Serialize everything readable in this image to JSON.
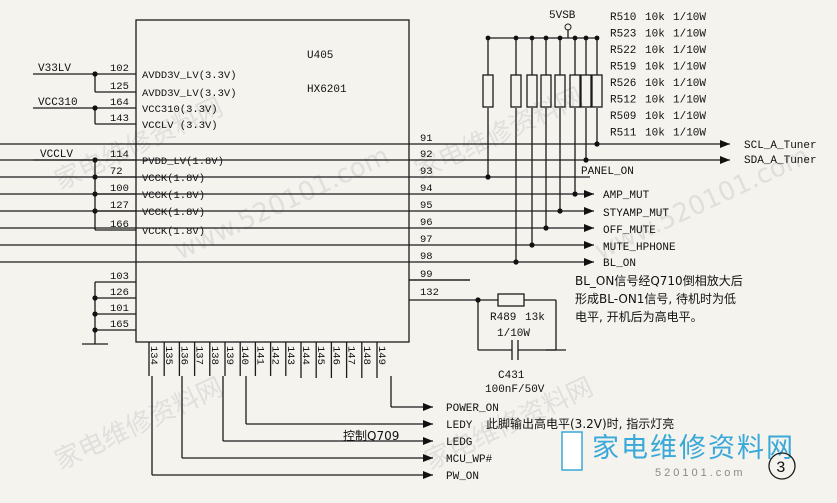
{
  "chip": {
    "ref": "U405",
    "part": "HX6201"
  },
  "left_pins": [
    {
      "num": "102",
      "name": "AVDD3V_LV(3.3V)"
    },
    {
      "num": "125",
      "name": "AVDD3V_LV(3.3V)"
    },
    {
      "num": "164",
      "name": "VCC310(3.3V)"
    },
    {
      "num": "143",
      "name": "VCCLV (3.3V)"
    },
    {
      "num": "114",
      "name": "PVDD_LV(1.8V)"
    },
    {
      "num": "72",
      "name": "VCCK(1.8V)"
    },
    {
      "num": "100",
      "name": "VCCK(1.8V)"
    },
    {
      "num": "127",
      "name": "VCCK(1.8V)"
    },
    {
      "num": "166",
      "name": "VCCK(1.8V)"
    },
    {
      "num": "103",
      "name": ""
    },
    {
      "num": "126",
      "name": ""
    },
    {
      "num": "101",
      "name": ""
    },
    {
      "num": "165",
      "name": ""
    }
  ],
  "power_nets": [
    "V33LV",
    "VCC310",
    "VCCLV"
  ],
  "right_pins": [
    {
      "num": "91",
      "net": "SCL_A_Tuner"
    },
    {
      "num": "92",
      "net": "SDA_A_Tuner"
    },
    {
      "num": "93",
      "net": "PANEL_ON"
    },
    {
      "num": "94",
      "net": "AMP_MUT"
    },
    {
      "num": "95",
      "net": "STYAMP_MUT"
    },
    {
      "num": "96",
      "net": "OFF_MUTE"
    },
    {
      "num": "97",
      "net": "MUTE_HPHONE"
    },
    {
      "num": "98",
      "net": "BL_ON"
    },
    {
      "num": "99",
      "net": ""
    },
    {
      "num": "132",
      "net": ""
    }
  ],
  "bottom_pins": [
    "134",
    "135",
    "136",
    "137",
    "138",
    "139",
    "140",
    "141",
    "142",
    "143",
    "144",
    "145",
    "146",
    "147",
    "148",
    "149"
  ],
  "bottom_nets": [
    {
      "net": "POWER_ON",
      "note": ""
    },
    {
      "net": "LEDY",
      "note": "此脚输出高电平(3.2V)时, 指示灯亮"
    },
    {
      "net": "LEDG",
      "note": ""
    },
    {
      "net": "MCU_WP#",
      "note": ""
    },
    {
      "net": "PW_ON",
      "note": ""
    }
  ],
  "q709_label": "控制Q709",
  "supply": "5VSB",
  "resistors": [
    {
      "ref": "R510",
      "val": "10k",
      "pwr": "1/10W"
    },
    {
      "ref": "R523",
      "val": "10k",
      "pwr": "1/10W"
    },
    {
      "ref": "R522",
      "val": "10k",
      "pwr": "1/10W"
    },
    {
      "ref": "R519",
      "val": "10k",
      "pwr": "1/10W"
    },
    {
      "ref": "R526",
      "val": "10k",
      "pwr": "1/10W"
    },
    {
      "ref": "R512",
      "val": "10k",
      "pwr": "1/10W"
    },
    {
      "ref": "R509",
      "val": "10k",
      "pwr": "1/10W"
    },
    {
      "ref": "R511",
      "val": "10k",
      "pwr": "1/10W"
    }
  ],
  "bl_note": [
    "BL_ON信号经Q710倒相放大后",
    "形成BL-ON1信号, 待机时为低",
    "电平, 开机后为高电平。"
  ],
  "r489": {
    "ref": "R489",
    "val": "13k",
    "pwr": "1/10W"
  },
  "c431": {
    "ref": "C431",
    "val": "100nF/50V"
  },
  "watermarks": [
    "家电维修资料网",
    "www.520101.com"
  ],
  "brand": {
    "title": "家电维修资料网",
    "url": "520101.com"
  },
  "badge": "3"
}
